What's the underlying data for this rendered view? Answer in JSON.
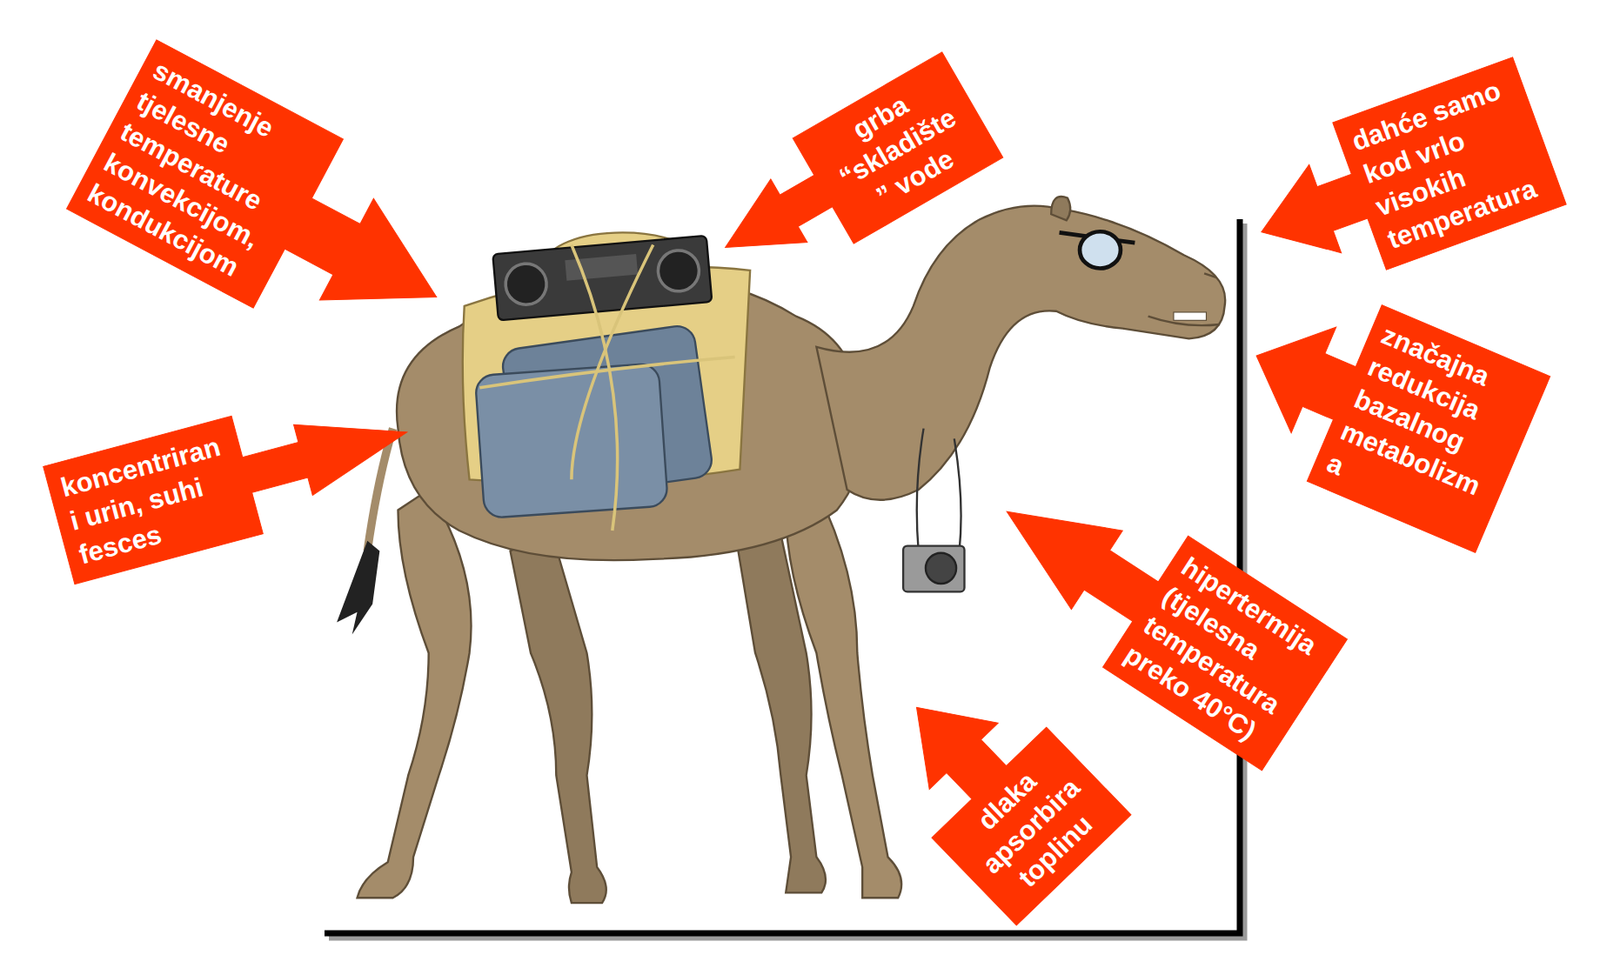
{
  "diagram": {
    "nodes": [
      {
        "text": [
          "smanjenje tjelesne temperature konvekcijom, kondukcijom"
        ]
      },
      {
        "text": [
          "grba “skladište ” vode"
        ]
      },
      {
        "text": [
          "dahće samo kod vrlo visokih temperatura"
        ]
      },
      {
        "text": [
          "značajna redukcija bazalnog metabolizm a"
        ]
      },
      {
        "text": [
          "koncentriran i urin, suhi fesces"
        ]
      },
      {
        "text": [
          "hipertermija (tjelesna temperatura preko 40°C)"
        ]
      },
      {
        "text": [
          "dlaka apsorbira toplinu"
        ]
      }
    ]
  }
}
